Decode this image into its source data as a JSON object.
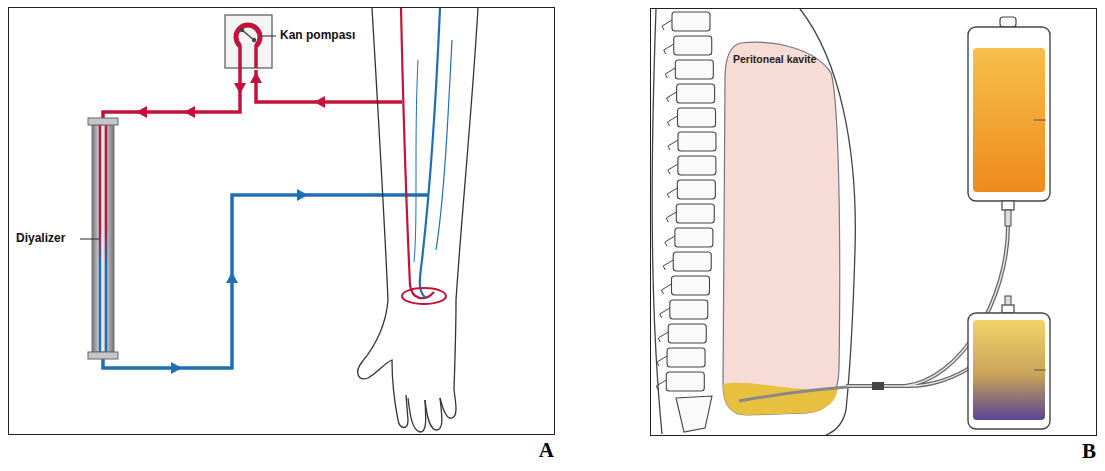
{
  "diagram": {
    "nodes": [
      {
        "text": [
          "A"
        ]
      },
      {
        "text": [
          "B"
        ]
      },
      {
        "text": [
          "Peritoneal kavite"
        ],
        "in": 1
      }
    ],
    "labels": [
      "Kan pompası",
      "Diyalizer"
    ]
  }
}
